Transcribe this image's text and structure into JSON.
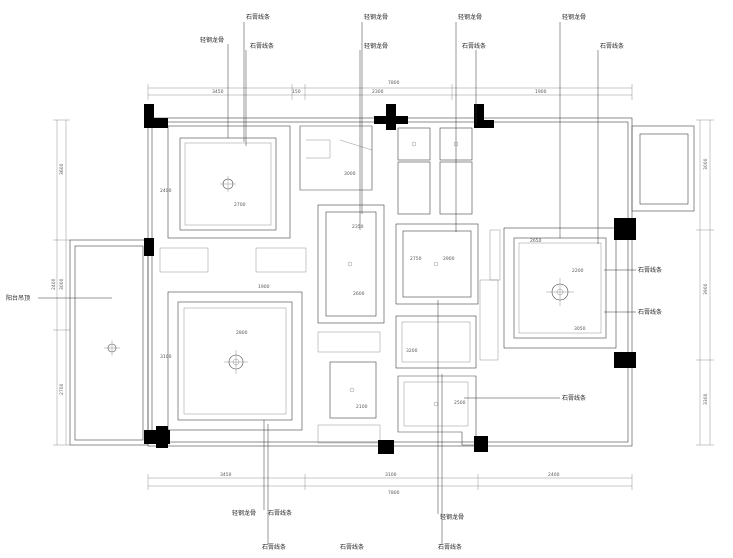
{
  "labels": {
    "top": [
      {
        "id": "gq-1",
        "text": "轻钢龙骨"
      },
      {
        "id": "sg-1",
        "text": "石膏线条"
      },
      {
        "id": "sg-2",
        "text": "石膏线条"
      },
      {
        "id": "qg-2",
        "text": "轻钢龙骨"
      },
      {
        "id": "qg-3",
        "text": "轻钢龙骨"
      },
      {
        "id": "sg-3",
        "text": "石膏线条"
      },
      {
        "id": "qg-4",
        "text": "轻钢龙骨"
      },
      {
        "id": "qg-5",
        "text": "轻钢龙骨"
      },
      {
        "id": "sg-4",
        "text": "石膏线条"
      }
    ],
    "left": [
      {
        "id": "balcony",
        "text": "阳台吊顶"
      }
    ],
    "right": [
      {
        "id": "sg-r1",
        "text": "石膏线条"
      },
      {
        "id": "sg-r2",
        "text": "石膏线条"
      },
      {
        "id": "sg-r3",
        "text": "石膏线条"
      }
    ],
    "bottom": [
      {
        "id": "qg-b1",
        "text": "轻钢龙骨"
      },
      {
        "id": "sg-b1",
        "text": "石膏线条"
      },
      {
        "id": "qg-b2",
        "text": "轻钢龙骨"
      },
      {
        "id": "sg-b2",
        "text": "石膏线条"
      },
      {
        "id": "sg-b3",
        "text": "石膏线条"
      },
      {
        "id": "sg-b4",
        "text": "石膏线条"
      }
    ]
  },
  "dimensions": {
    "top_total": "7800",
    "top_segments": [
      "3450",
      "150",
      "2300",
      "1900"
    ],
    "bottom_total": "7800",
    "bottom_segments": [
      "3450",
      "3100",
      "2400"
    ],
    "left": [
      "3600",
      "3000",
      "2700",
      "2400"
    ],
    "right": [
      "3000",
      "3900",
      "3300"
    ],
    "room_tags": [
      "2700",
      "2400",
      "3000",
      "2600",
      "2900",
      "2200",
      "1900",
      "2800",
      "3200",
      "2500",
      "2100",
      "2650",
      "3100",
      "2750",
      "2350",
      "3050"
    ]
  },
  "colors": {
    "line": "#444444",
    "column": "#000000",
    "background": "#ffffff"
  }
}
